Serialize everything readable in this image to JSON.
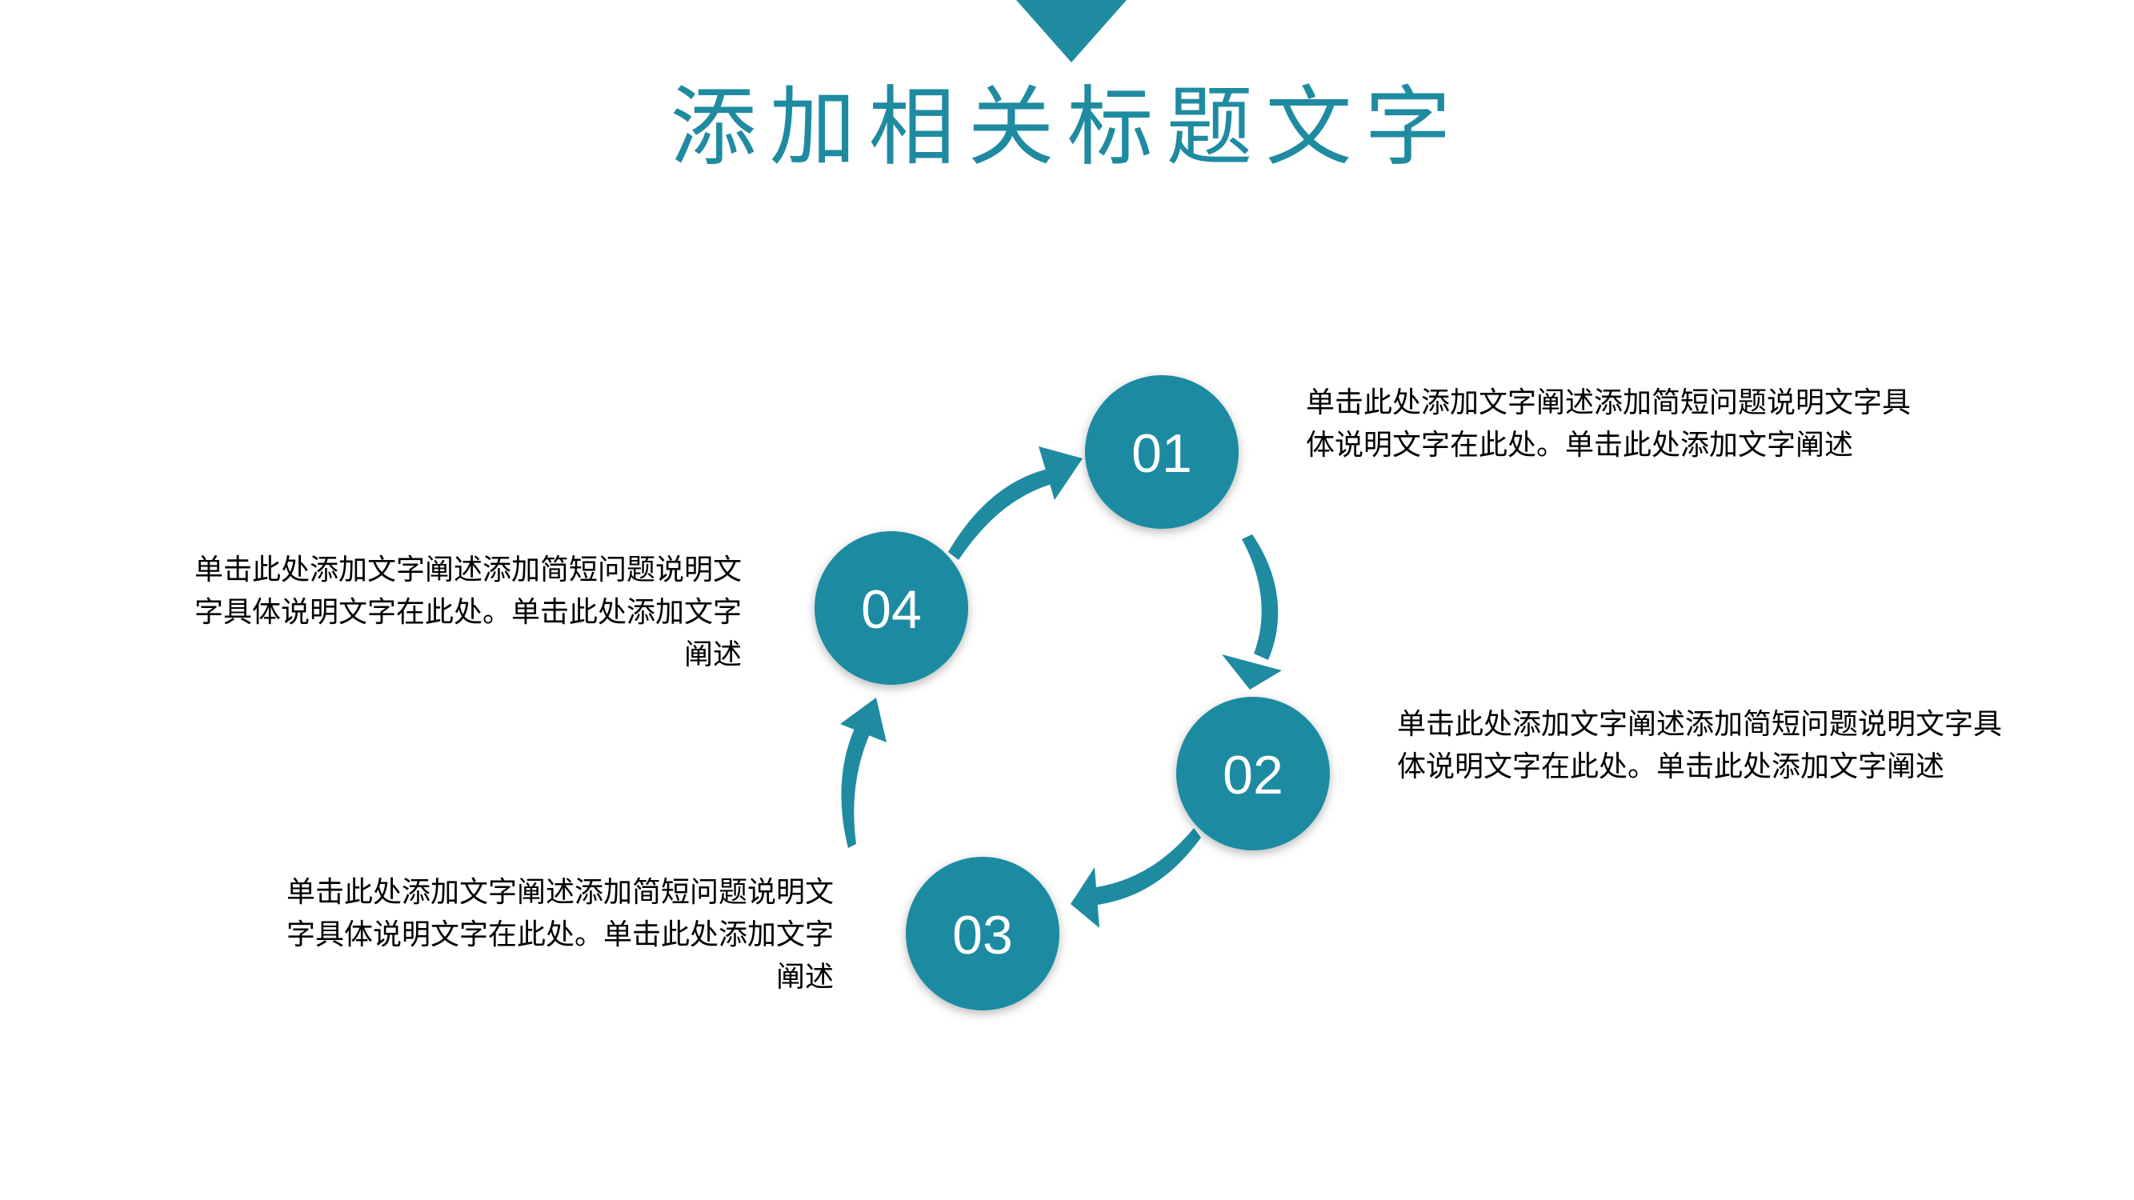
{
  "title": "添加相关标题文字",
  "colors": {
    "accent": "#1f8ba1",
    "text": "#000000",
    "background": "#ffffff"
  },
  "steps": [
    {
      "number": "01",
      "text": "单击此处添加文字阐述添加简短问题说明文字具体说明文字在此处。单击此处添加文字阐述"
    },
    {
      "number": "02",
      "text": "单击此处添加文字阐述添加简短问题说明文字具体说明文字在此处。单击此处添加文字阐述"
    },
    {
      "number": "03",
      "text": "单击此处添加文字阐述添加简短问题说明文字具体说明文字在此处。单击此处添加文字阐述"
    },
    {
      "number": "04",
      "text": "单击此处添加文字阐述添加简短问题说明文字具体说明文字在此处。单击此处添加文字阐述"
    }
  ]
}
